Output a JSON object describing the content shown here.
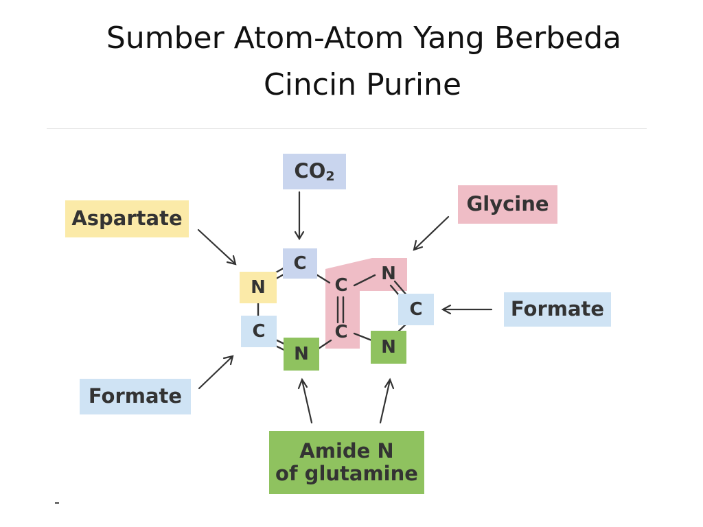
{
  "title": {
    "line1": "Sumber Atom-Atom Yang Berbeda",
    "line2": "Cincin Purine"
  },
  "sources": {
    "co2": "CO2",
    "co2_main": "CO",
    "co2_sub": "2",
    "aspartate": "Aspartate",
    "glycine": "Glycine",
    "formate_right": "Formate",
    "formate_left": "Formate",
    "amide_line1": "Amide N",
    "amide_line2": "of glutamine"
  },
  "atoms": {
    "n1": "N",
    "c2": "C",
    "c_top": "C",
    "c4": "C",
    "c5": "C",
    "n7": "N",
    "c8": "C",
    "n9": "N",
    "n3": "N"
  },
  "colors": {
    "co2": "#c9d5ee",
    "aspartate": "#fbeaa8",
    "glycine": "#efbdc6",
    "formate": "#cfe3f4",
    "glutamine": "#8fc25f",
    "text": "#333333"
  }
}
